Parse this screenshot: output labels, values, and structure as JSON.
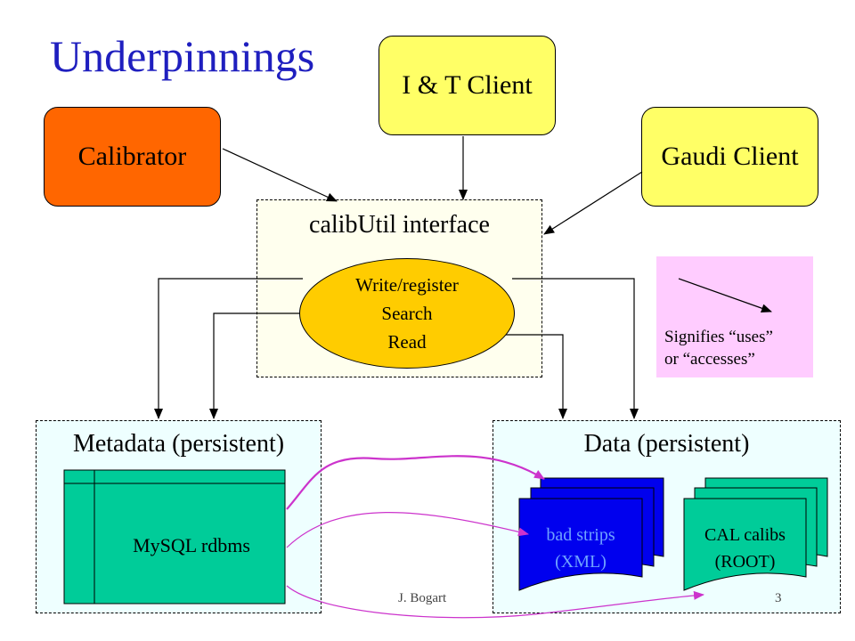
{
  "title": "Underpinnings",
  "clients": {
    "it_client": "I & T Client",
    "calibrator": "Calibrator",
    "gaudi_client": "Gaudi Client"
  },
  "interface": {
    "label": "calibUtil interface",
    "operations": [
      "Write/register",
      "Search",
      "Read"
    ]
  },
  "legend": {
    "line1": "Signifies “uses”",
    "line2": "or “accesses”"
  },
  "metadata": {
    "label": "Metadata (persistent)",
    "rdbms": "MySQL rdbms"
  },
  "data": {
    "label": "Data (persistent)",
    "bad_strips": [
      "bad strips",
      "(XML)"
    ],
    "cal_calibs": [
      "CAL calibs",
      "(ROOT)"
    ]
  },
  "footer": {
    "author": "J. Bogart",
    "page": "3"
  },
  "colors": {
    "title": "#1f1fbf",
    "client_yellow": "#ffff66",
    "calibrator_orange": "#ff6600",
    "interface_bg": "#ffffee",
    "ellipse": "#ffcc00",
    "legend_bg": "#ffccff",
    "persistent_bg": "#eeffff",
    "rdbms_green": "#00cc99",
    "xml_blue": "#0000ee",
    "magenta_link": "#cc33cc"
  }
}
